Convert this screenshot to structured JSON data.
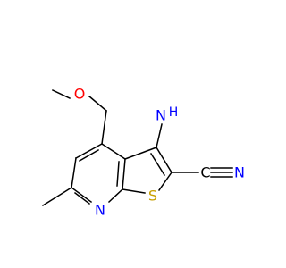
{
  "molecule": {
    "labels": {
      "oxygen": "O",
      "amino_n": "N",
      "amino_h2": "H",
      "ring_nitrogen": "N",
      "sulfur": "S",
      "nitrile_c": "C",
      "nitrile_n": "N"
    },
    "colors": {
      "bond": "#000000",
      "oxygen": "#ff0000",
      "nitrogen": "#0000ff",
      "sulfur": "#c8a000",
      "carbon": "#000000"
    }
  }
}
